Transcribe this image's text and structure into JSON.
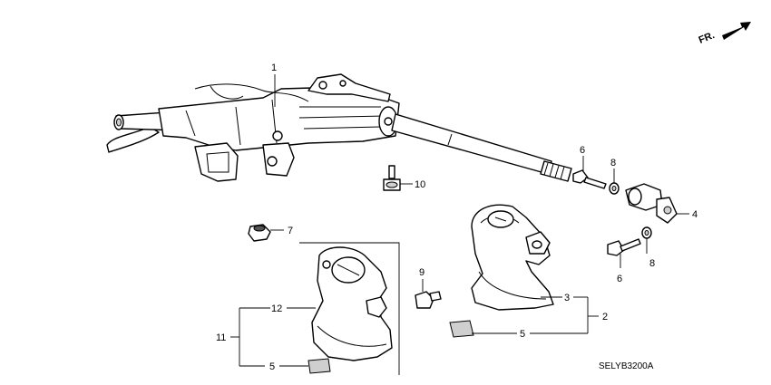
{
  "diagram": {
    "direction_label": "FR.",
    "code": "SELYB3200A",
    "callouts": [
      {
        "id": "c1",
        "text": "1"
      },
      {
        "id": "c2",
        "text": "2"
      },
      {
        "id": "c3",
        "text": "3"
      },
      {
        "id": "c4",
        "text": "4"
      },
      {
        "id": "c5a",
        "text": "5"
      },
      {
        "id": "c5b",
        "text": "5"
      },
      {
        "id": "c6a",
        "text": "6"
      },
      {
        "id": "c6b",
        "text": "6"
      },
      {
        "id": "c7",
        "text": "7"
      },
      {
        "id": "c8a",
        "text": "8"
      },
      {
        "id": "c8b",
        "text": "8"
      },
      {
        "id": "c9",
        "text": "9"
      },
      {
        "id": "c10",
        "text": "10"
      },
      {
        "id": "c11",
        "text": "11"
      },
      {
        "id": "c12",
        "text": "12"
      }
    ]
  },
  "colors": {
    "line": "#000000",
    "background": "#ffffff",
    "fill_gray": "#cfcfcf"
  }
}
